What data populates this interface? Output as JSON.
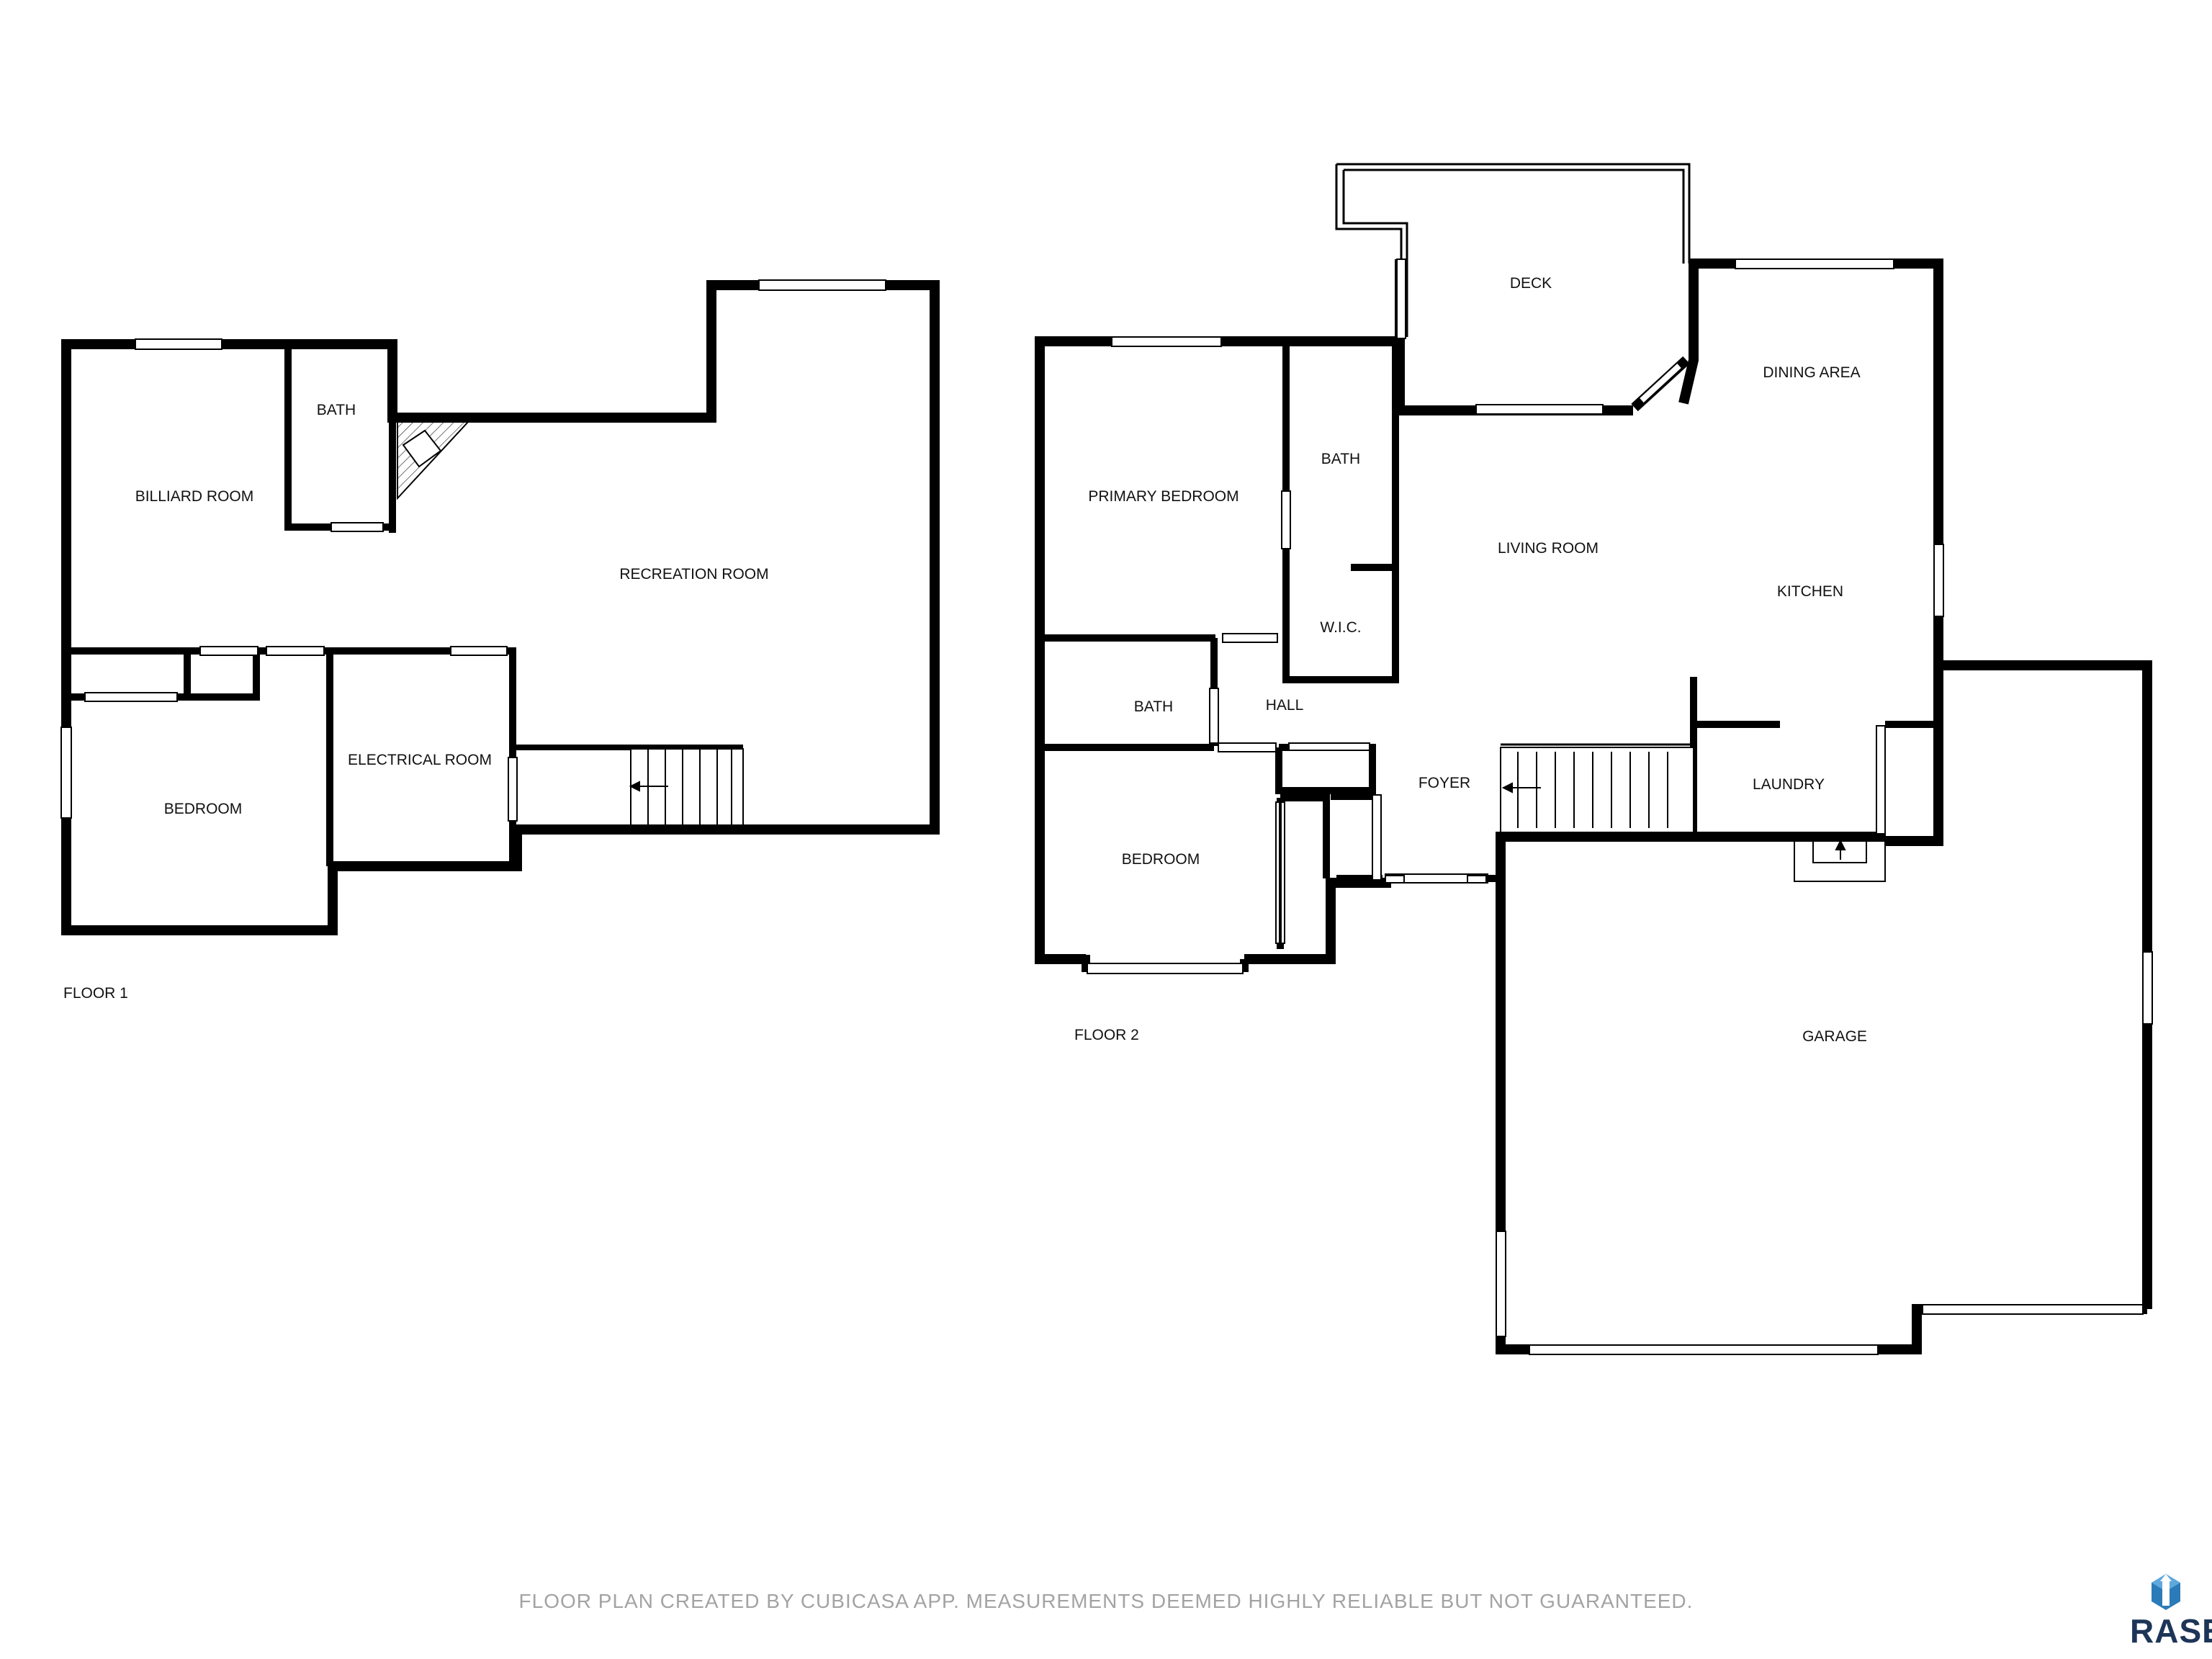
{
  "floors": [
    {
      "label": "FLOOR 1",
      "rooms": {
        "billiard": "BILLIARD ROOM",
        "bath": "BATH",
        "recreation": "RECREATION ROOM",
        "bedroom": "BEDROOM",
        "electrical": "ELECTRICAL ROOM"
      }
    },
    {
      "label": "FLOOR 2",
      "rooms": {
        "deck": "DECK",
        "dining": "DINING AREA",
        "primary_bedroom": "PRIMARY BEDROOM",
        "bath_upper": "BATH",
        "living": "LIVING ROOM",
        "kitchen": "KITCHEN",
        "wic": "W.I.C.",
        "bath_lower": "BATH",
        "hall": "HALL",
        "foyer": "FOYER",
        "laundry": "LAUNDRY",
        "bedroom": "BEDROOM",
        "garage": "GARAGE"
      }
    }
  ],
  "disclaimer": "FLOOR PLAN CREATED BY CUBICASA APP. MEASUREMENTS DEEMED HIGHLY RELIABLE BUT NOT GUARANTEED.",
  "brand": {
    "name": "RASE",
    "color": "#1d3557",
    "accent": "#2b7bb9"
  },
  "colors": {
    "wall": "#000000",
    "window": "#ffffff",
    "text": "#111111",
    "disclaimer": "#a3a3a3"
  }
}
